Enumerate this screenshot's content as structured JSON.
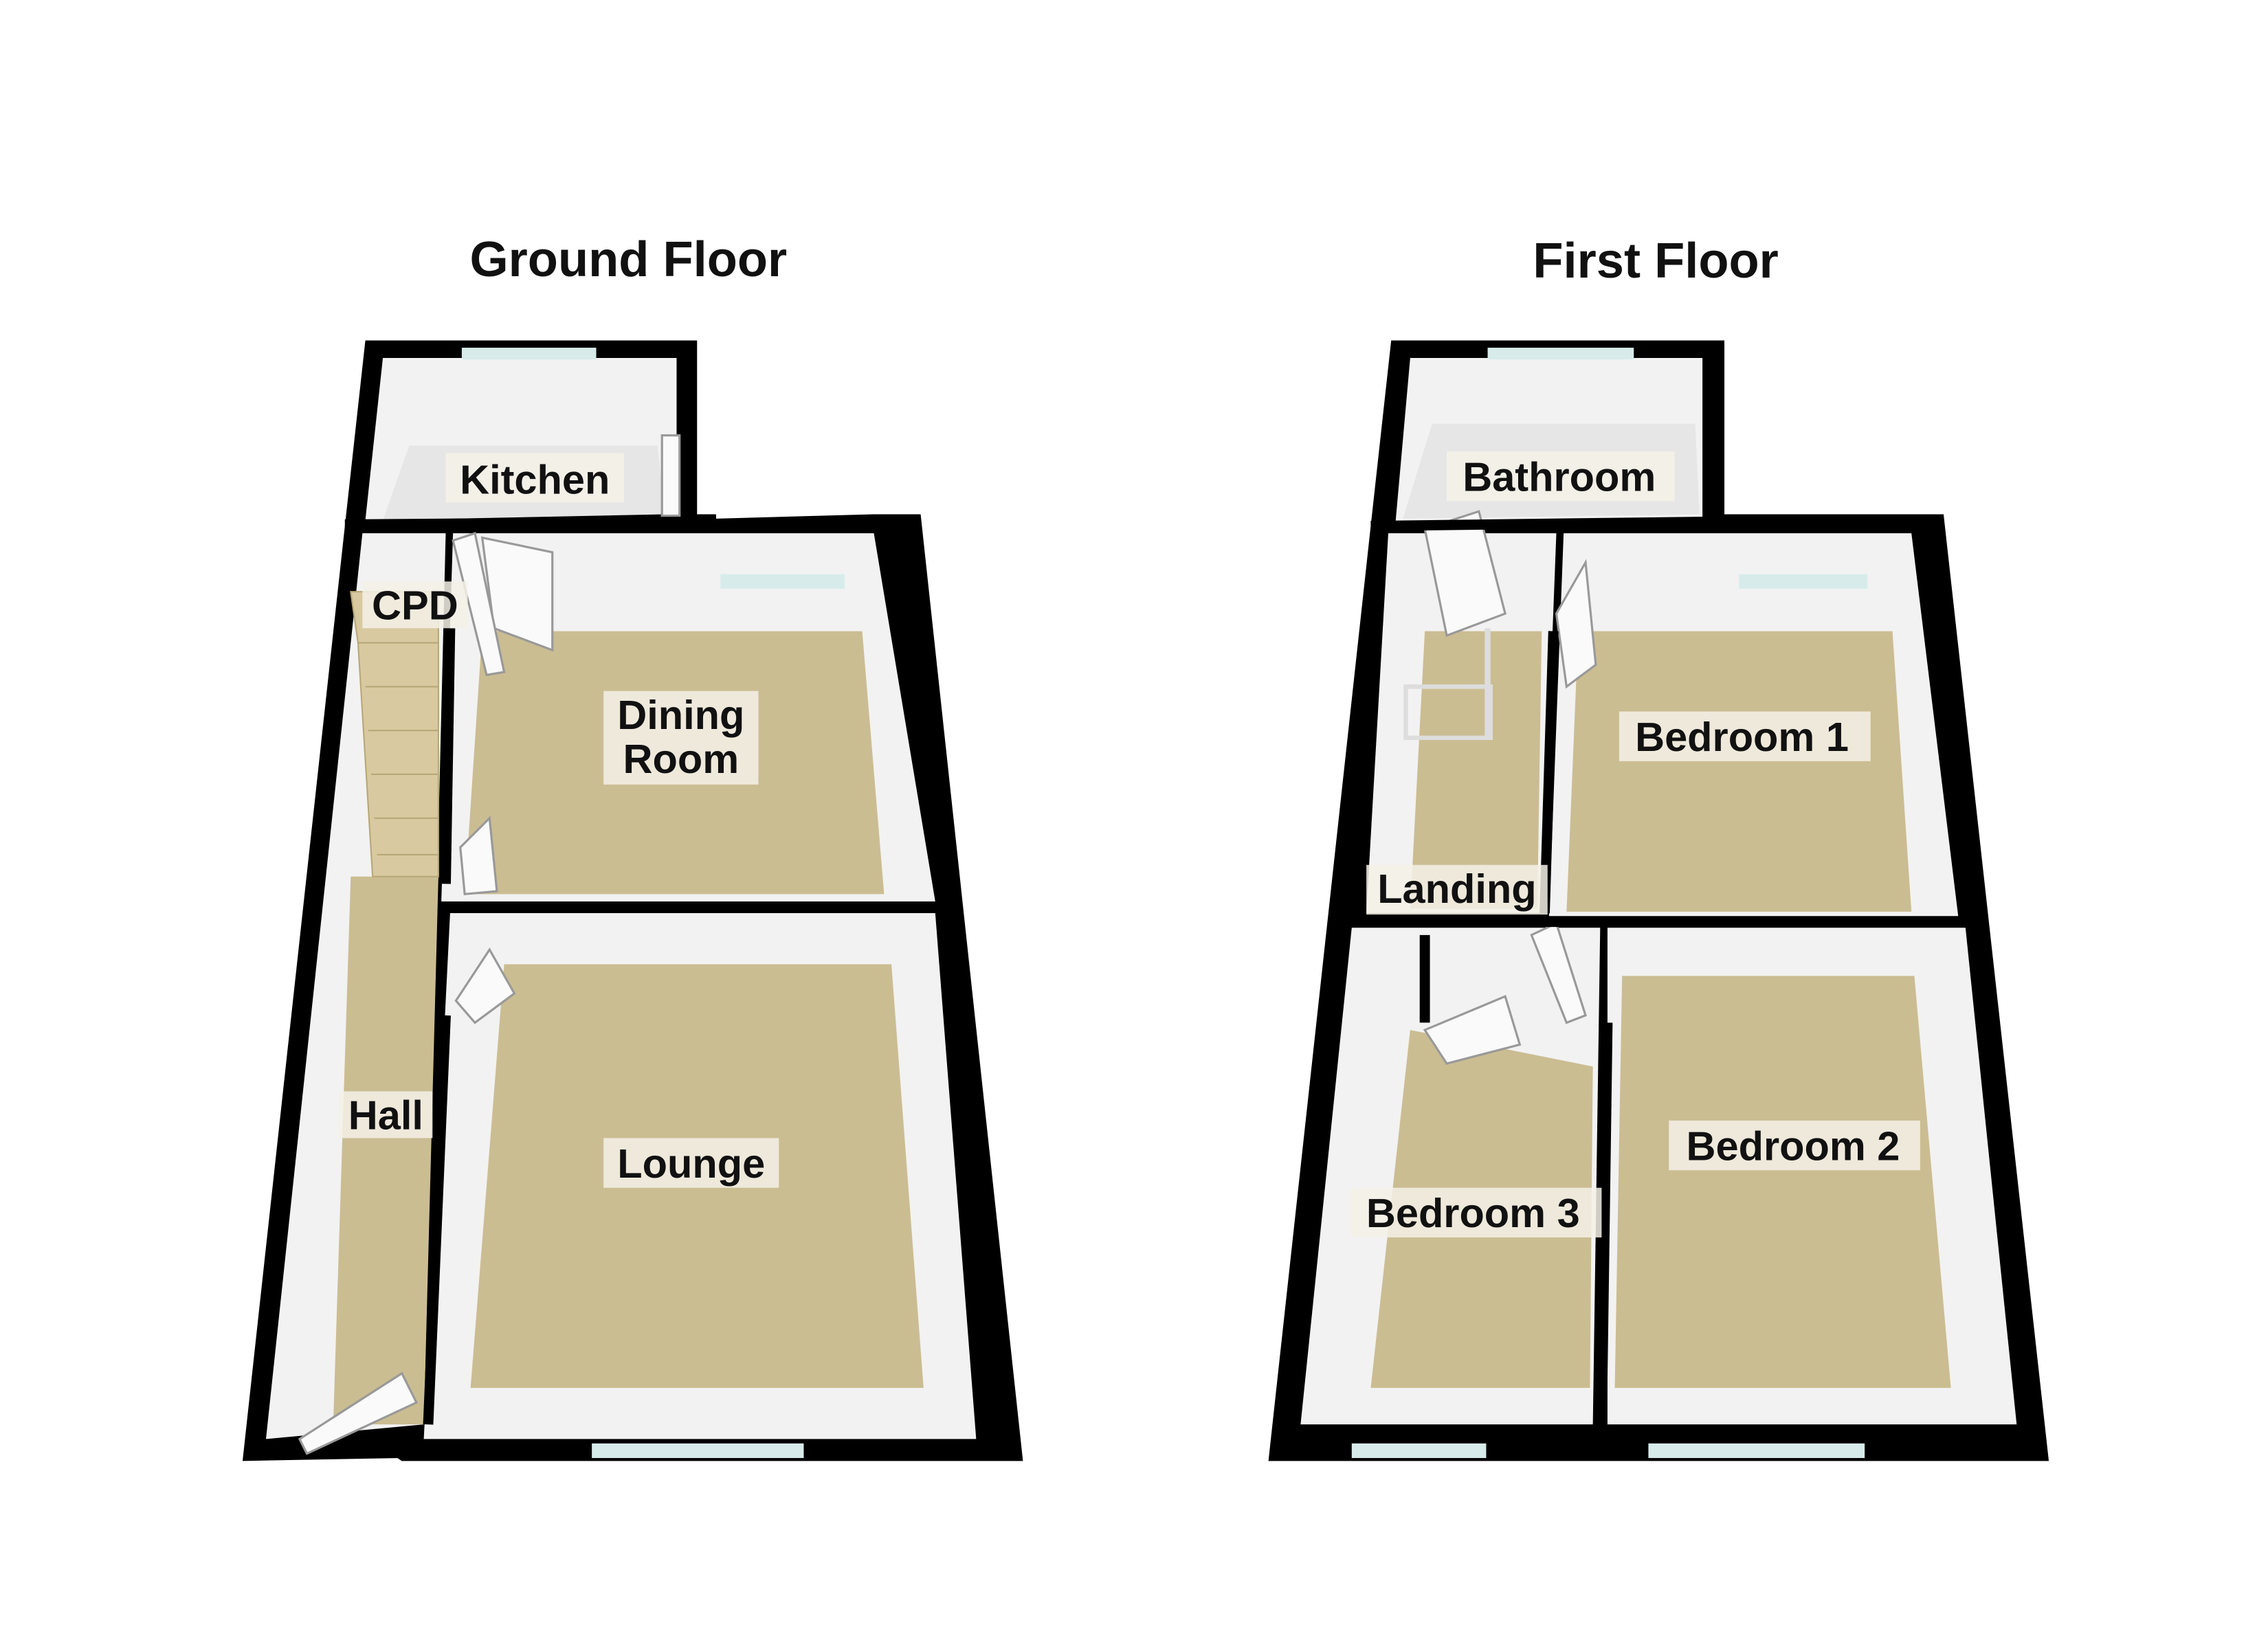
{
  "ground_floor": {
    "title": "Ground Floor",
    "rooms": {
      "kitchen": "Kitchen",
      "cpd": "CPD",
      "dining_line1": "Dining",
      "dining_line2": "Room",
      "hall": "Hall",
      "lounge": "Lounge"
    }
  },
  "first_floor": {
    "title": "First Floor",
    "rooms": {
      "bathroom": "Bathroom",
      "landing": "Landing",
      "bedroom1": "Bedroom 1",
      "bedroom2": "Bedroom 2",
      "bedroom3": "Bedroom 3"
    }
  },
  "colors": {
    "floor": "#cbbd92",
    "wall": "#000000",
    "window": "#d7ecea"
  }
}
